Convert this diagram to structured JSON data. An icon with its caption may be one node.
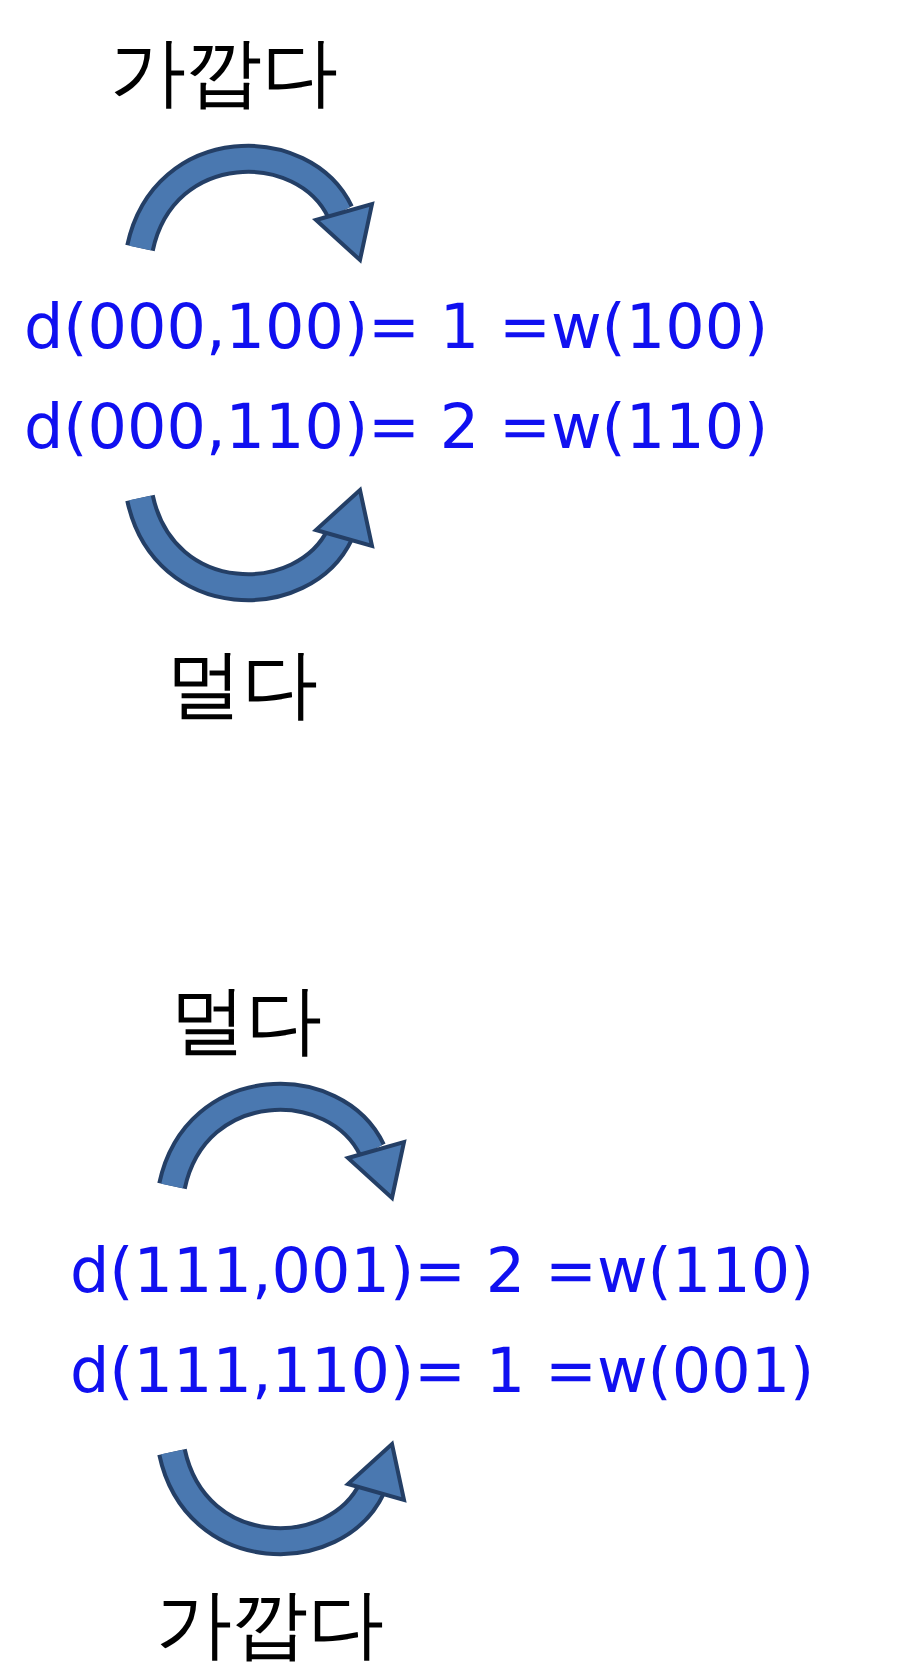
{
  "diagram": {
    "labels": [
      "가깝다",
      "d(000,100)= 1 =w(100)",
      "d(000,110)= 2 =w(110)",
      "멀다",
      "멀다",
      "d(111,001)= 2 =w(110)",
      "d(111,110)= 1 =w(001)",
      "가깝다"
    ]
  }
}
